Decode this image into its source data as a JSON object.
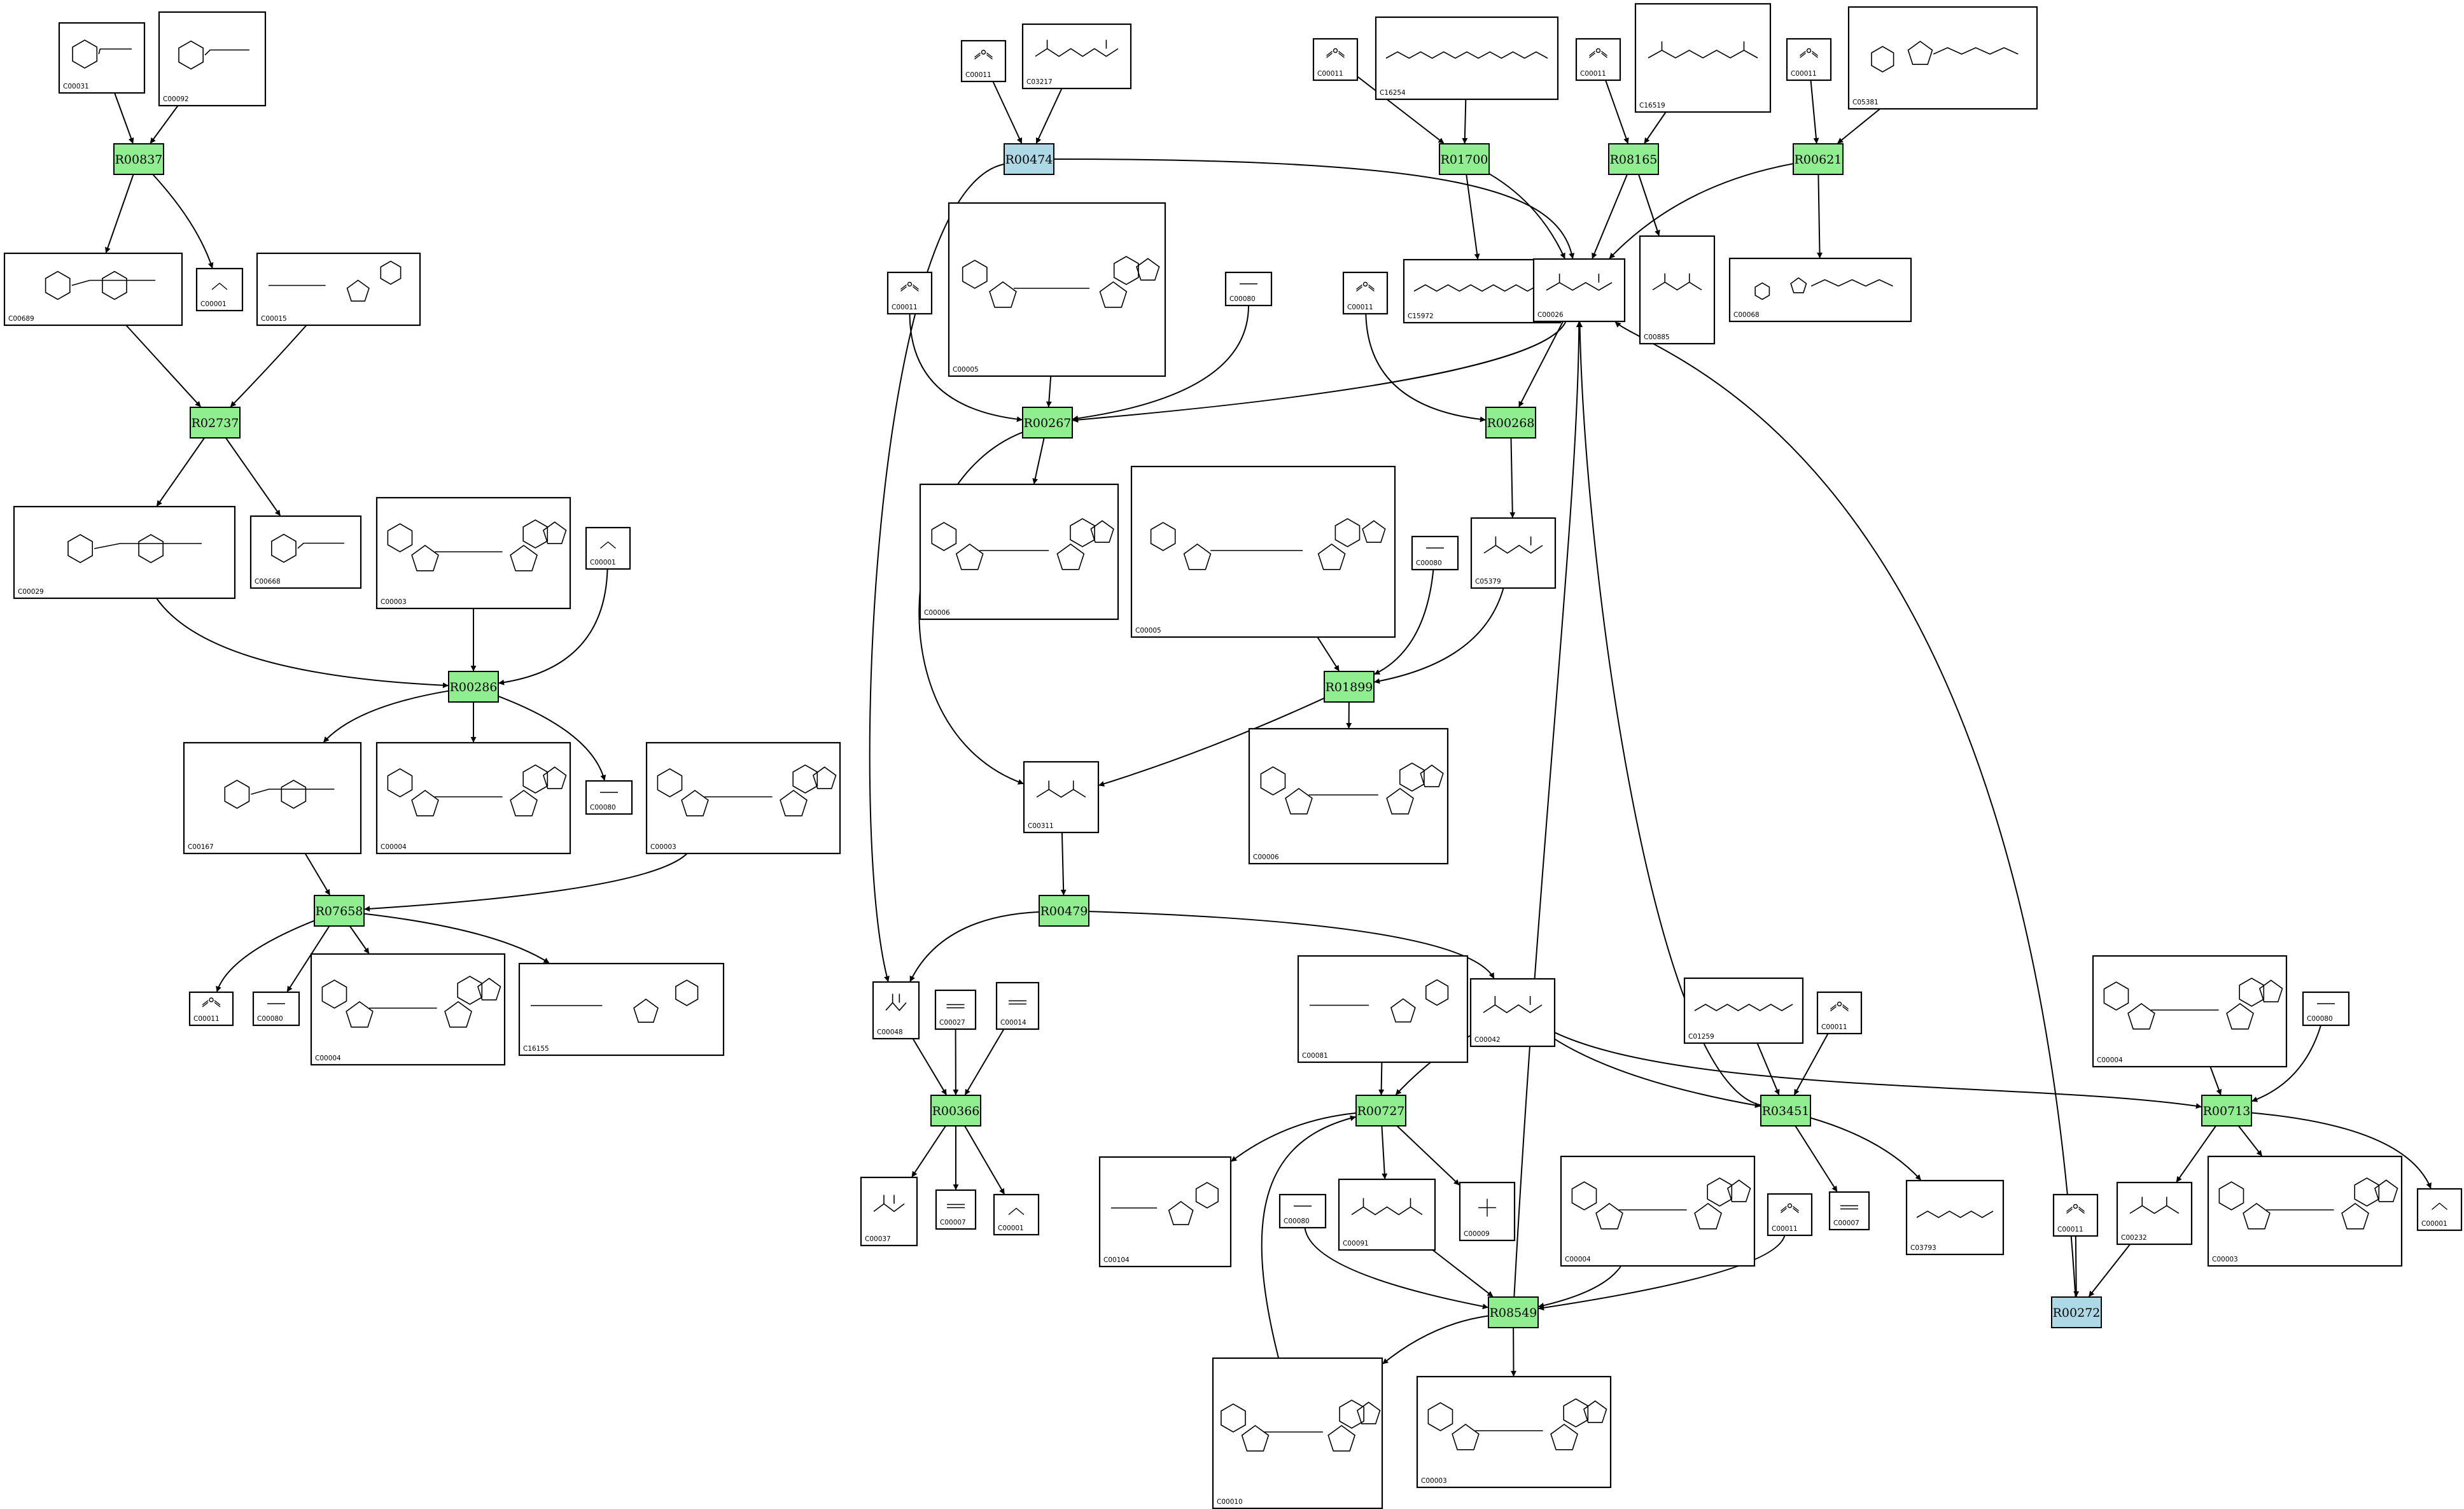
{
  "colors": {
    "reaction_fill": "#90ee90",
    "reaction_alt_fill": "#add8e6",
    "compound_border": "#000000",
    "edge": "#000000",
    "background": "#ffffff"
  },
  "reactions": [
    {
      "id": "R00837",
      "label": "R00837",
      "color": "green"
    },
    {
      "id": "R02737",
      "label": "R02737",
      "color": "green"
    },
    {
      "id": "R00286",
      "label": "R00286",
      "color": "green"
    },
    {
      "id": "R07658",
      "label": "R07658",
      "color": "green"
    },
    {
      "id": "R00474",
      "label": "R00474",
      "color": "blue"
    },
    {
      "id": "R00267",
      "label": "R00267",
      "color": "green"
    },
    {
      "id": "R00479",
      "label": "R00479",
      "color": "green"
    },
    {
      "id": "R00366",
      "label": "R00366",
      "color": "green"
    },
    {
      "id": "R01700",
      "label": "R01700",
      "color": "green"
    },
    {
      "id": "R08165",
      "label": "R08165",
      "color": "green"
    },
    {
      "id": "R00621",
      "label": "R00621",
      "color": "green"
    },
    {
      "id": "R00268",
      "label": "R00268",
      "color": "green"
    },
    {
      "id": "R01899",
      "label": "R01899",
      "color": "green"
    },
    {
      "id": "R00727",
      "label": "R00727",
      "color": "green"
    },
    {
      "id": "R08549",
      "label": "R08549",
      "color": "green"
    },
    {
      "id": "R03451",
      "label": "R03451",
      "color": "green"
    },
    {
      "id": "R00713",
      "label": "R00713",
      "color": "green"
    },
    {
      "id": "R00272",
      "label": "R00272",
      "color": "blue"
    }
  ],
  "compounds": [
    {
      "key": "c00031",
      "label": "C00031",
      "kind": "sugar"
    },
    {
      "key": "c00092",
      "label": "C00092",
      "kind": "sugar"
    },
    {
      "key": "c00001a",
      "label": "C00001",
      "kind": "water"
    },
    {
      "key": "c00689",
      "label": "C00689",
      "kind": "sugar"
    },
    {
      "key": "c00015",
      "label": "C00015",
      "kind": "nucleotide"
    },
    {
      "key": "c00029",
      "label": "C00029",
      "kind": "sugar"
    },
    {
      "key": "c00668",
      "label": "C00668",
      "kind": "sugar"
    },
    {
      "key": "c00003a",
      "label": "C00003",
      "kind": "nad"
    },
    {
      "key": "c00001b",
      "label": "C00001",
      "kind": "water"
    },
    {
      "key": "c00167",
      "label": "C00167",
      "kind": "sugar"
    },
    {
      "key": "c00004a",
      "label": "C00004",
      "kind": "nad"
    },
    {
      "key": "c00080a",
      "label": "C00080",
      "kind": "proton"
    },
    {
      "key": "c00003b",
      "label": "C00003",
      "kind": "nad"
    },
    {
      "key": "c00011a",
      "label": "C00011",
      "kind": "co2"
    },
    {
      "key": "c00080b",
      "label": "C00080",
      "kind": "proton"
    },
    {
      "key": "c00004b",
      "label": "C00004",
      "kind": "nad"
    },
    {
      "key": "c16155",
      "label": "C16155",
      "kind": "nucleotide"
    },
    {
      "key": "c00011b",
      "label": "C00011",
      "kind": "co2"
    },
    {
      "key": "c03217",
      "label": "C03217",
      "kind": "acid"
    },
    {
      "key": "c00005a",
      "label": "C00005",
      "kind": "nad"
    },
    {
      "key": "c00011c",
      "label": "C00011",
      "kind": "co2"
    },
    {
      "key": "c00080c",
      "label": "C00080",
      "kind": "proton"
    },
    {
      "key": "c00006a",
      "label": "C00006",
      "kind": "nad"
    },
    {
      "key": "c00311",
      "label": "C00311",
      "kind": "acid"
    },
    {
      "key": "c00048",
      "label": "C00048",
      "kind": "acid"
    },
    {
      "key": "c00027",
      "label": "C00027",
      "kind": "peroxide"
    },
    {
      "key": "c00014",
      "label": "C00014",
      "kind": "ammonia"
    },
    {
      "key": "c00037",
      "label": "C00037",
      "kind": "acid"
    },
    {
      "key": "c00007a",
      "label": "C00007",
      "kind": "oxygen"
    },
    {
      "key": "c00001c",
      "label": "C00001",
      "kind": "water"
    },
    {
      "key": "c00011d",
      "label": "C00011",
      "kind": "co2"
    },
    {
      "key": "c16254",
      "label": "C16254",
      "kind": "chain"
    },
    {
      "key": "c15972",
      "label": "C15972",
      "kind": "chain"
    },
    {
      "key": "c00011e",
      "label": "C00011",
      "kind": "co2"
    },
    {
      "key": "c16519",
      "label": "C16519",
      "kind": "acid"
    },
    {
      "key": "c00885",
      "label": "C00885",
      "kind": "acid"
    },
    {
      "key": "c00011f",
      "label": "C00011",
      "kind": "co2"
    },
    {
      "key": "c05381",
      "label": "C05381",
      "kind": "thiamine"
    },
    {
      "key": "c00068",
      "label": "C00068",
      "kind": "thiamine"
    },
    {
      "key": "c00026",
      "label": "C00026",
      "kind": "acid"
    },
    {
      "key": "c00011g",
      "label": "C00011",
      "kind": "co2"
    },
    {
      "key": "c05379",
      "label": "C05379",
      "kind": "acid"
    },
    {
      "key": "c00005b",
      "label": "C00005",
      "kind": "nad"
    },
    {
      "key": "c00080d",
      "label": "C00080",
      "kind": "proton"
    },
    {
      "key": "c00006b",
      "label": "C00006",
      "kind": "nad"
    },
    {
      "key": "c00081",
      "label": "C00081",
      "kind": "nucleotide"
    },
    {
      "key": "c00042",
      "label": "C00042",
      "kind": "acid"
    },
    {
      "key": "c00104",
      "label": "C00104",
      "kind": "nucleotide"
    },
    {
      "key": "c00091",
      "label": "C00091",
      "kind": "acid"
    },
    {
      "key": "c00009",
      "label": "C00009",
      "kind": "phosphate"
    },
    {
      "key": "c00080e",
      "label": "C00080",
      "kind": "proton"
    },
    {
      "key": "c00004c",
      "label": "C00004",
      "kind": "nad"
    },
    {
      "key": "c00011h",
      "label": "C00011",
      "kind": "co2"
    },
    {
      "key": "c00010",
      "label": "C00010",
      "kind": "coa"
    },
    {
      "key": "c00003c",
      "label": "C00003",
      "kind": "nad"
    },
    {
      "key": "c01259",
      "label": "C01259",
      "kind": "chain"
    },
    {
      "key": "c00011i",
      "label": "C00011",
      "kind": "co2"
    },
    {
      "key": "c00007b",
      "label": "C00007",
      "kind": "oxygen"
    },
    {
      "key": "c03793",
      "label": "C03793",
      "kind": "chain"
    },
    {
      "key": "c00004d",
      "label": "C00004",
      "kind": "nad"
    },
    {
      "key": "c00080f",
      "label": "C00080",
      "kind": "proton"
    },
    {
      "key": "c00011j",
      "label": "C00011",
      "kind": "co2"
    },
    {
      "key": "c00232",
      "label": "C00232",
      "kind": "acid"
    },
    {
      "key": "c00003d",
      "label": "C00003",
      "kind": "nad"
    },
    {
      "key": "c00001d",
      "label": "C00001",
      "kind": "water"
    }
  ],
  "edges": [
    {
      "from": "c00031",
      "to": "R00837"
    },
    {
      "from": "c00092",
      "to": "R00837"
    },
    {
      "from": "R00837",
      "to": "c00689"
    },
    {
      "from": "R00837",
      "to": "c00001a"
    },
    {
      "from": "c00689",
      "to": "R02737"
    },
    {
      "from": "c00015",
      "to": "R02737"
    },
    {
      "from": "R02737",
      "to": "c00029"
    },
    {
      "from": "R02737",
      "to": "c00668"
    },
    {
      "from": "c00029",
      "to": "R00286"
    },
    {
      "from": "c00003a",
      "to": "R00286"
    },
    {
      "from": "c00001b",
      "to": "R00286"
    },
    {
      "from": "R00286",
      "to": "c00167"
    },
    {
      "from": "R00286",
      "to": "c00004a"
    },
    {
      "from": "R00286",
      "to": "c00080a"
    },
    {
      "from": "c00167",
      "to": "R07658"
    },
    {
      "from": "c00003b",
      "to": "R07658"
    },
    {
      "from": "R07658",
      "to": "c00011a"
    },
    {
      "from": "R07658",
      "to": "c00080b"
    },
    {
      "from": "R07658",
      "to": "c00004b"
    },
    {
      "from": "R07658",
      "to": "c16155"
    },
    {
      "from": "c00011b",
      "to": "R00474"
    },
    {
      "from": "c03217",
      "to": "R00474"
    },
    {
      "from": "R00474",
      "to": "c00026"
    },
    {
      "from": "R00474",
      "to": "c00048"
    },
    {
      "from": "c00011c",
      "to": "R00267"
    },
    {
      "from": "c00005a",
      "to": "R00267"
    },
    {
      "from": "c00080c",
      "to": "R00267"
    },
    {
      "from": "c00026",
      "to": "R00267"
    },
    {
      "from": "R00267",
      "to": "c00006a"
    },
    {
      "from": "R00267",
      "to": "c00311"
    },
    {
      "from": "c00311",
      "to": "R00479"
    },
    {
      "from": "R00479",
      "to": "c00048"
    },
    {
      "from": "R00479",
      "to": "c00042"
    },
    {
      "from": "c00048",
      "to": "R00366"
    },
    {
      "from": "c00027",
      "to": "R00366"
    },
    {
      "from": "c00014",
      "to": "R00366"
    },
    {
      "from": "R00366",
      "to": "c00037"
    },
    {
      "from": "R00366",
      "to": "c00007a"
    },
    {
      "from": "R00366",
      "to": "c00001c"
    },
    {
      "from": "c00011d",
      "to": "R01700"
    },
    {
      "from": "c16254",
      "to": "R01700"
    },
    {
      "from": "R01700",
      "to": "c15972"
    },
    {
      "from": "R01700",
      "to": "c00026"
    },
    {
      "from": "c00011e",
      "to": "R08165"
    },
    {
      "from": "c16519",
      "to": "R08165"
    },
    {
      "from": "R08165",
      "to": "c00026"
    },
    {
      "from": "R08165",
      "to": "c00885"
    },
    {
      "from": "c00011f",
      "to": "R00621"
    },
    {
      "from": "c05381",
      "to": "R00621"
    },
    {
      "from": "R00621",
      "to": "c00026"
    },
    {
      "from": "R00621",
      "to": "c00068"
    },
    {
      "from": "c00011g",
      "to": "R00268"
    },
    {
      "from": "c00026",
      "to": "R00268"
    },
    {
      "from": "R00268",
      "to": "c05379"
    },
    {
      "from": "c00005b",
      "to": "R01899"
    },
    {
      "from": "c00080d",
      "to": "R01899"
    },
    {
      "from": "c05379",
      "to": "R01899"
    },
    {
      "from": "R01899",
      "to": "c00006b"
    },
    {
      "from": "R01899",
      "to": "c00311"
    },
    {
      "from": "c00081",
      "to": "R00727"
    },
    {
      "from": "c00042",
      "to": "R00727"
    },
    {
      "from": "c00010",
      "to": "R00727"
    },
    {
      "from": "R00727",
      "to": "c00104"
    },
    {
      "from": "R00727",
      "to": "c00091"
    },
    {
      "from": "R00727",
      "to": "c00009"
    },
    {
      "from": "c00080e",
      "to": "R08549"
    },
    {
      "from": "c00091",
      "to": "R08549"
    },
    {
      "from": "c00004c",
      "to": "R08549"
    },
    {
      "from": "c00011h",
      "to": "R08549"
    },
    {
      "from": "R08549",
      "to": "c00026"
    },
    {
      "from": "R08549",
      "to": "c00010"
    },
    {
      "from": "R08549",
      "to": "c00003c"
    },
    {
      "from": "c01259",
      "to": "R03451"
    },
    {
      "from": "c00011i",
      "to": "R03451"
    },
    {
      "from": "c00042",
      "to": "R03451"
    },
    {
      "from": "R03451",
      "to": "c00026"
    },
    {
      "from": "R03451",
      "to": "c00007b"
    },
    {
      "from": "R03451",
      "to": "c03793"
    },
    {
      "from": "c00004d",
      "to": "R00713"
    },
    {
      "from": "c00080f",
      "to": "R00713"
    },
    {
      "from": "c00042",
      "to": "R00713"
    },
    {
      "from": "R00713",
      "to": "c00232"
    },
    {
      "from": "R00713",
      "to": "c00003d"
    },
    {
      "from": "R00713",
      "to": "c00001d"
    },
    {
      "from": "c00011j",
      "to": "R00272"
    },
    {
      "from": "c00232",
      "to": "R00272"
    },
    {
      "from": "R00272",
      "to": "c00026"
    }
  ]
}
